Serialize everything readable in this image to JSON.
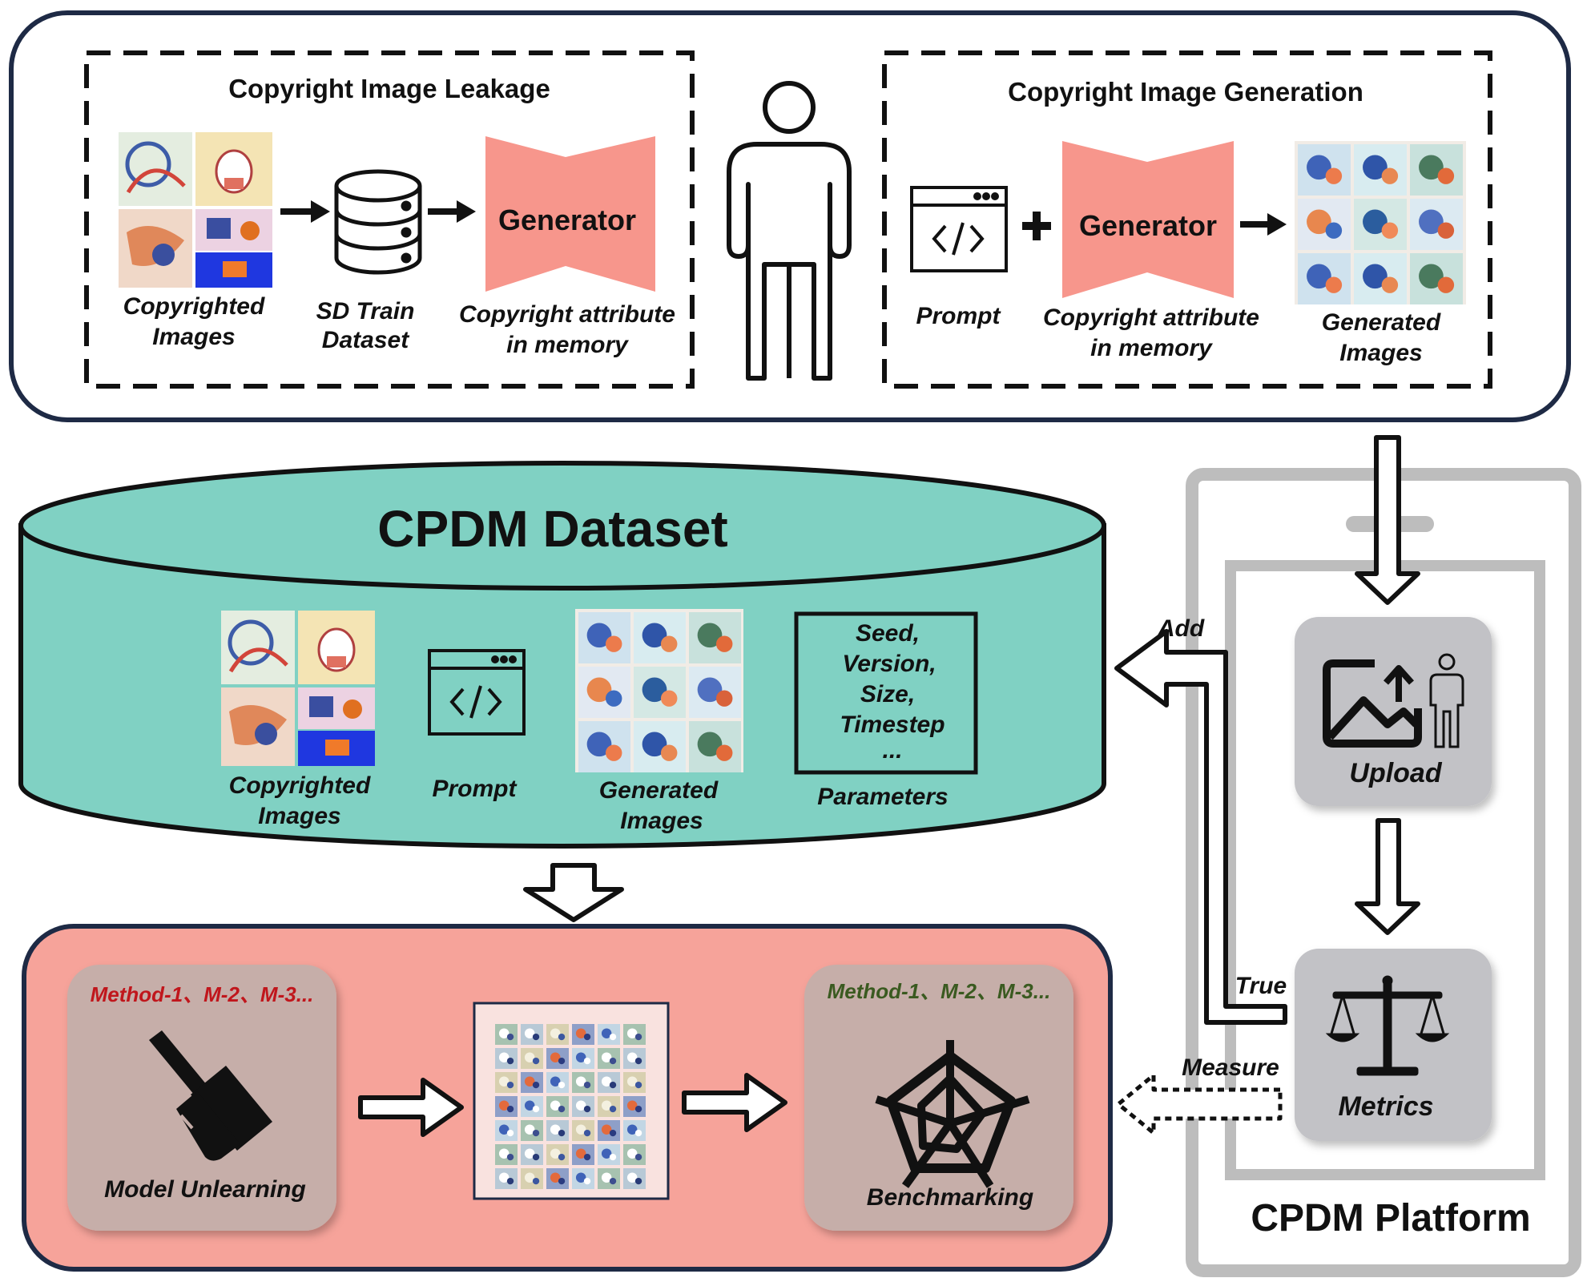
{
  "top_panel": {
    "leakage": {
      "title": "Copyright Image Leakage",
      "copyrighted_images_label": [
        "Copyrighted",
        "Images"
      ],
      "dataset_label": [
        "SD Train",
        "Dataset"
      ],
      "generator_label": "Generator",
      "memory_label": [
        "Copyright attribute",
        "in memory"
      ]
    },
    "generation": {
      "title": "Copyright Image Generation",
      "prompt_label": "Prompt",
      "generator_label": "Generator",
      "memory_label": [
        "Copyright attribute",
        "in memory"
      ],
      "generated_label": [
        "Generated",
        "Images"
      ]
    }
  },
  "dataset": {
    "title": "CPDM Dataset",
    "copyrighted_label": [
      "Copyrighted",
      "Images"
    ],
    "prompt_label": "Prompt",
    "generated_label": [
      "Generated",
      "Images"
    ],
    "params_lines": [
      "Seed,",
      "Version,",
      "Size,",
      "Timestep",
      "..."
    ],
    "params_label": "Parameters"
  },
  "bottom_panel": {
    "unlearning_methods": "Method-1、M-2、M-3...",
    "unlearning_label": "Model Unlearning",
    "benchmark_methods": "Method-1、M-2、M-3...",
    "benchmark_label": "Benchmarking"
  },
  "platform": {
    "title": "CPDM Platform",
    "upload_label": "Upload",
    "metrics_label": "Metrics",
    "add_label": "Add",
    "true_label": "True",
    "measure_label": "Measure"
  },
  "colors": {
    "generator": "#f7968c",
    "dataset_fill": "#80d1c3",
    "bottom_fill": "#f6a39a",
    "card_gray": "#c6aea9",
    "platform_card": "#c2c2c6",
    "method_red": "#c0161c",
    "method_green": "#3a5a20",
    "panel_border": "#1e2a45"
  }
}
